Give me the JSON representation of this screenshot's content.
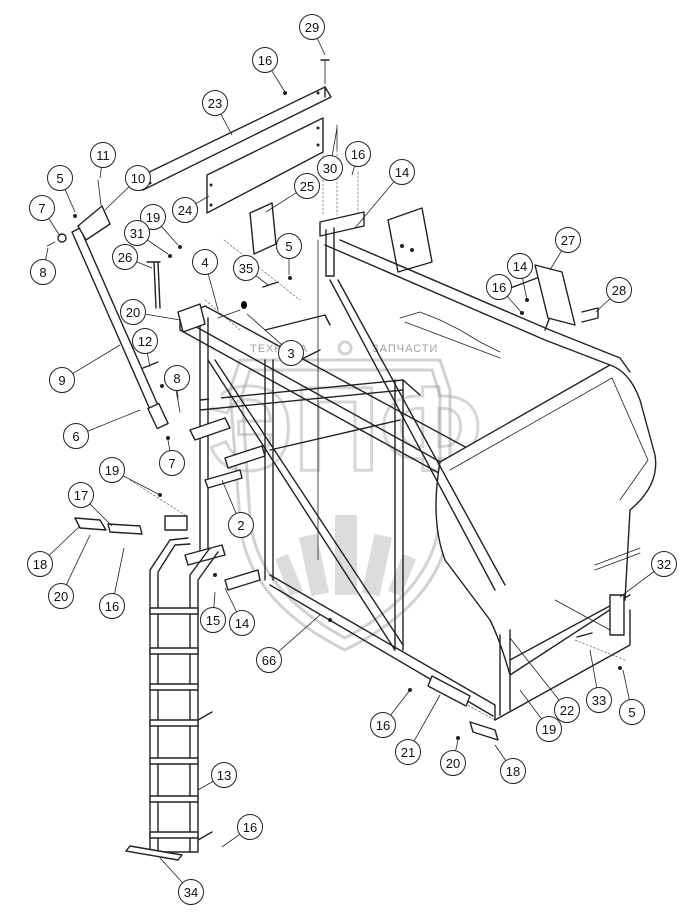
{
  "watermark": {
    "brand_left": "ТЕХНИКА",
    "brand_right": "ЗАПЧАСТИ",
    "logo_letters": "ЭПФ"
  },
  "callouts": [
    {
      "id": "c29a",
      "label": "29"
    },
    {
      "id": "c16a",
      "label": "16"
    },
    {
      "id": "c23",
      "label": "23"
    },
    {
      "id": "c11",
      "label": "11"
    },
    {
      "id": "c5a",
      "label": "5"
    },
    {
      "id": "c10",
      "label": "10"
    },
    {
      "id": "c7a",
      "label": "7"
    },
    {
      "id": "c8a",
      "label": "8"
    },
    {
      "id": "c30",
      "label": "30"
    },
    {
      "id": "c16b",
      "label": "16"
    },
    {
      "id": "c14a",
      "label": "14"
    },
    {
      "id": "c25",
      "label": "25"
    },
    {
      "id": "c24",
      "label": "24"
    },
    {
      "id": "c19a",
      "label": "19"
    },
    {
      "id": "c31",
      "label": "31"
    },
    {
      "id": "c26",
      "label": "26"
    },
    {
      "id": "c4",
      "label": "4"
    },
    {
      "id": "c35",
      "label": "35"
    },
    {
      "id": "c5b",
      "label": "5"
    },
    {
      "id": "c27",
      "label": "27"
    },
    {
      "id": "c14b",
      "label": "14"
    },
    {
      "id": "c16c",
      "label": "16"
    },
    {
      "id": "c28",
      "label": "28"
    },
    {
      "id": "c20a",
      "label": "20"
    },
    {
      "id": "c3",
      "label": "3"
    },
    {
      "id": "c12",
      "label": "12"
    },
    {
      "id": "c9",
      "label": "9"
    },
    {
      "id": "c8b",
      "label": "8"
    },
    {
      "id": "c6",
      "label": "6"
    },
    {
      "id": "c7b",
      "label": "7"
    },
    {
      "id": "c19b",
      "label": "19"
    },
    {
      "id": "c17",
      "label": "17"
    },
    {
      "id": "c2",
      "label": "2"
    },
    {
      "id": "c18a",
      "label": "18"
    },
    {
      "id": "c20b",
      "label": "20"
    },
    {
      "id": "c16d",
      "label": "16"
    },
    {
      "id": "c15",
      "label": "15"
    },
    {
      "id": "c14c",
      "label": "14"
    },
    {
      "id": "c32",
      "label": "32"
    },
    {
      "id": "c66",
      "label": "66"
    },
    {
      "id": "c22",
      "label": "22"
    },
    {
      "id": "c33",
      "label": "33"
    },
    {
      "id": "c5c",
      "label": "5"
    },
    {
      "id": "c16e",
      "label": "16"
    },
    {
      "id": "c21",
      "label": "21"
    },
    {
      "id": "c19c",
      "label": "19"
    },
    {
      "id": "c20c",
      "label": "20"
    },
    {
      "id": "c18b",
      "label": "18"
    },
    {
      "id": "c13",
      "label": "13"
    },
    {
      "id": "c16f",
      "label": "16"
    },
    {
      "id": "c34",
      "label": "34"
    }
  ]
}
